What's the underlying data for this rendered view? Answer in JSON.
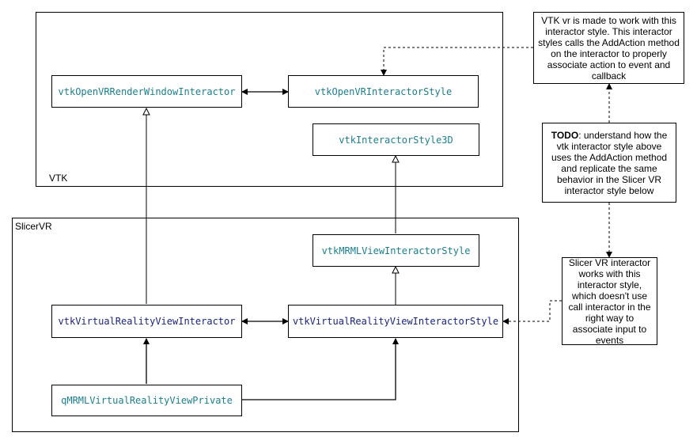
{
  "groups": {
    "vtk": "VTK",
    "slicervr": "SlicerVR"
  },
  "classes": {
    "openvr_interactor": "vtkOpenVRRenderWindowInteractor",
    "openvr_style": "vtkOpenVRInteractorStyle",
    "style3d": "vtkInteractorStyle3D",
    "mrml_view_style": "vtkMRMLViewInteractorStyle",
    "vr_view_interactor": "vtkVirtualRealityViewInteractor",
    "vr_view_style": "vtkVirtualRealityViewInteractorStyle",
    "qmrml_private": "qMRMLVirtualRealityViewPrivate"
  },
  "notes": {
    "vtk_vr": "VTK vr is made to work with this interactor style. This interactor styles calls the AddAction method on the interactor to properly associate action to event and callback",
    "todo_bold": "TODO",
    "todo_text": ": understand how the vtk interactor style above uses the AddAction method and replicate the same behavior in the Slicer VR interactor style below",
    "slicer_vr": "Slicer VR interactor works with this interactor style, which doesn't use call interactor in the right way to associate input to events"
  },
  "colors": {
    "vtk_class_text": "#1a7f8e",
    "slicer_class_text": "#1a237e"
  }
}
